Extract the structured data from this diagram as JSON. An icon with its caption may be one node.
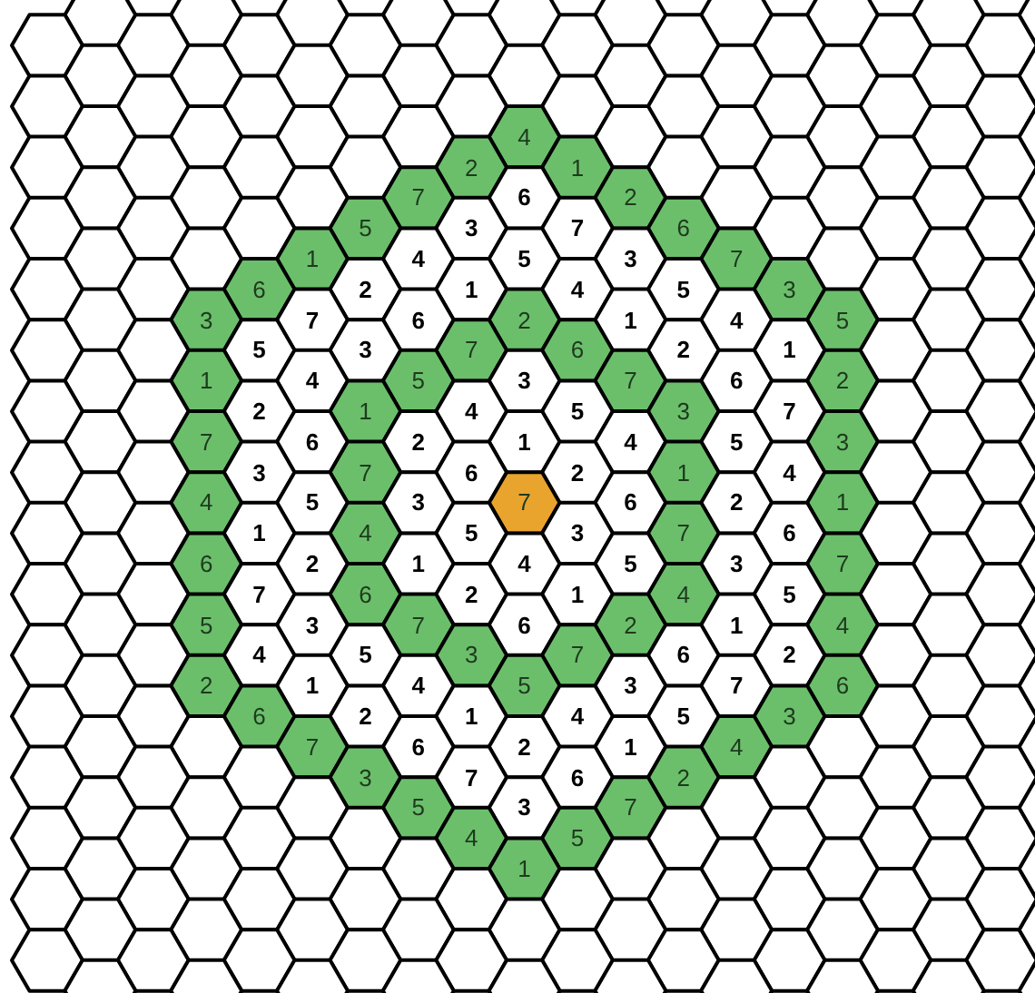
{
  "diagram": {
    "nodes": [
      {
        "text": [],
        "shape": "hexagon"
      },
      {
        "text": [],
        "shape": "hexagon"
      },
      {
        "text": [],
        "shape": "hexagon"
      },
      {
        "text": [],
        "shape": "hexagon"
      },
      {
        "text": [],
        "shape": "hexagon"
      },
      {
        "text": [],
        "shape": "hexagon"
      },
      {
        "text": [],
        "shape": "hexagon"
      },
      {
        "text": [],
        "shape": "hexagon"
      },
      {
        "text": [],
        "shape": "hexagon"
      },
      {
        "text": [],
        "shape": "hexagon"
      },
      {
        "text": [],
        "shape": "hexagon"
      },
      {
        "text": [],
        "shape": "hexagon"
      },
      {
        "text": [],
        "shape": "hexagon"
      },
      {
        "text": [],
        "shape": "hexagon"
      },
      {
        "text": [],
        "shape": "hexagon"
      },
      {
        "text": [],
        "shape": "hexagon"
      },
      {
        "text": [],
        "shape": "hexagon"
      },
      {
        "text": [],
        "shape": "hexagon"
      },
      {
        "text": [],
        "shape": "hexagon"
      },
      {
        "text": [],
        "shape": "hexagon"
      },
      {
        "text": [],
        "shape": "hexagon"
      },
      {
        "text": [],
        "shape": "hexagon"
      },
      {
        "text": [],
        "shape": "hexagon"
      },
      {
        "text": [],
        "shape": "hexagon"
      },
      {
        "text": [],
        "shape": "hexagon"
      },
      {
        "text": [],
        "shape": "hexagon"
      },
      {
        "text": [],
        "shape": "hexagon"
      },
      {
        "text": [],
        "shape": "hexagon"
      },
      {
        "text": [],
        "shape": "hexagon"
      },
      {
        "text": [],
        "shape": "hexagon"
      },
      {
        "text": [],
        "shape": "hexagon"
      },
      {
        "text": [],
        "shape": "hexagon"
      },
      {
        "text": [],
        "shape": "hexagon"
      },
      {
        "text": [],
        "shape": "hexagon"
      },
      {
        "text": [],
        "shape": "hexagon"
      },
      {
        "text": [],
        "shape": "hexagon"
      },
      {
        "text": [],
        "shape": "hexagon"
      },
      {
        "text": [],
        "shape": "hexagon"
      },
      {
        "text": [],
        "shape": "hexagon"
      },
      {
        "text": [],
        "shape": "hexagon"
      },
      {
        "text": [],
        "shape": "hexagon"
      },
      {
        "text": [],
        "shape": "hexagon"
      },
      {
        "text": [],
        "shape": "hexagon"
      },
      {
        "text": [],
        "shape": "hexagon"
      },
      {
        "text": [
          "4"
        ]
      },
      {
        "text": [],
        "shape": "hexagon"
      },
      {
        "text": [],
        "shape": "hexagon"
      },
      {
        "text": [],
        "shape": "hexagon"
      },
      {
        "text": [],
        "shape": "hexagon"
      },
      {
        "text": [],
        "shape": "hexagon"
      },
      {
        "text": [],
        "shape": "hexagon"
      },
      {
        "text": [],
        "shape": "hexagon"
      },
      {
        "text": [],
        "shape": "hexagon"
      },
      {
        "text": [],
        "shape": "hexagon"
      },
      {
        "text": [
          "2"
        ]
      },
      {
        "text": [
          "1"
        ]
      },
      {
        "text": [],
        "shape": "hexagon"
      },
      {
        "text": [],
        "shape": "hexagon"
      },
      {
        "text": [],
        "shape": "hexagon"
      },
      {
        "text": [],
        "shape": "hexagon"
      },
      {
        "text": [],
        "shape": "hexagon"
      },
      {
        "text": [],
        "shape": "hexagon"
      },
      {
        "text": [],
        "shape": "hexagon"
      },
      {
        "text": [
          "7"
        ]
      },
      {
        "text": [
          "6"
        ]
      },
      {
        "text": [
          "2"
        ]
      },
      {
        "text": [],
        "shape": "hexagon"
      },
      {
        "text": [],
        "shape": "hexagon"
      },
      {
        "text": [],
        "shape": "hexagon"
      },
      {
        "text": [],
        "shape": "hexagon"
      },
      {
        "text": [],
        "shape": "hexagon"
      },
      {
        "text": [],
        "shape": "hexagon"
      },
      {
        "text": [],
        "shape": "hexagon"
      },
      {
        "text": [
          "5"
        ]
      },
      {
        "text": [
          "3"
        ]
      },
      {
        "text": [
          "7"
        ]
      },
      {
        "text": [
          "6"
        ]
      },
      {
        "text": [],
        "shape": "hexagon"
      },
      {
        "text": [],
        "shape": "hexagon"
      },
      {
        "text": [],
        "shape": "hexagon"
      },
      {
        "text": [],
        "shape": "hexagon"
      },
      {
        "text": [],
        "shape": "hexagon"
      },
      {
        "text": [
          "1"
        ]
      },
      {
        "text": [
          "4"
        ]
      },
      {
        "text": [
          "5"
        ]
      },
      {
        "text": [
          "3"
        ]
      },
      {
        "text": [
          "7"
        ]
      },
      {
        "text": [],
        "shape": "hexagon"
      },
      {
        "text": [],
        "shape": "hexagon"
      },
      {
        "text": [],
        "shape": "hexagon"
      },
      {
        "text": [],
        "shape": "hexagon"
      },
      {
        "text": [],
        "shape": "hexagon"
      },
      {
        "text": [
          "6"
        ]
      },
      {
        "text": [
          "2"
        ]
      },
      {
        "text": [
          "1"
        ]
      },
      {
        "text": [
          "4"
        ]
      },
      {
        "text": [
          "5"
        ]
      },
      {
        "text": [
          "3"
        ]
      },
      {
        "text": [],
        "shape": "hexagon"
      },
      {
        "text": [],
        "shape": "hexagon"
      },
      {
        "text": [],
        "shape": "hexagon"
      },
      {
        "text": [
          "3"
        ]
      },
      {
        "text": [
          "7"
        ]
      },
      {
        "text": [
          "6"
        ]
      },
      {
        "text": [
          "2"
        ]
      },
      {
        "text": [
          "1"
        ]
      },
      {
        "text": [
          "4"
        ]
      },
      {
        "text": [
          "5"
        ]
      },
      {
        "text": [],
        "shape": "hexagon"
      },
      {
        "text": [],
        "shape": "hexagon"
      },
      {
        "text": [],
        "shape": "hexagon"
      },
      {
        "text": [],
        "shape": "hexagon"
      },
      {
        "text": [
          "5"
        ]
      },
      {
        "text": [
          "3"
        ]
      },
      {
        "text": [
          "7"
        ]
      },
      {
        "text": [
          "6"
        ]
      },
      {
        "text": [
          "2"
        ]
      },
      {
        "text": [
          "1"
        ]
      },
      {
        "text": [],
        "shape": "hexagon"
      },
      {
        "text": [],
        "shape": "hexagon"
      },
      {
        "text": [],
        "shape": "hexagon"
      },
      {
        "text": [
          "1"
        ]
      },
      {
        "text": [
          "4"
        ]
      },
      {
        "text": [
          "5"
        ]
      },
      {
        "text": [
          "3"
        ]
      },
      {
        "text": [
          "7"
        ]
      },
      {
        "text": [
          "6"
        ]
      },
      {
        "text": [
          "2"
        ]
      },
      {
        "text": [],
        "shape": "hexagon"
      },
      {
        "text": [],
        "shape": "hexagon"
      },
      {
        "text": [],
        "shape": "hexagon"
      },
      {
        "text": [],
        "shape": "hexagon"
      },
      {
        "text": [
          "2"
        ]
      },
      {
        "text": [
          "1"
        ]
      },
      {
        "text": [
          "4"
        ]
      },
      {
        "text": [
          "5"
        ]
      },
      {
        "text": [
          "3"
        ]
      },
      {
        "text": [
          "7"
        ]
      },
      {
        "text": [],
        "shape": "hexagon"
      },
      {
        "text": [],
        "shape": "hexagon"
      },
      {
        "text": [],
        "shape": "hexagon"
      },
      {
        "text": [
          "7"
        ]
      },
      {
        "text": [
          "6"
        ]
      },
      {
        "text": [
          "2"
        ]
      },
      {
        "text": [
          "1"
        ]
      },
      {
        "text": [
          "4"
        ]
      },
      {
        "text": [
          "5"
        ]
      },
      {
        "text": [
          "3"
        ]
      },
      {
        "text": [],
        "shape": "hexagon"
      },
      {
        "text": [],
        "shape": "hexagon"
      },
      {
        "text": [],
        "shape": "hexagon"
      },
      {
        "text": [],
        "shape": "hexagon"
      },
      {
        "text": [
          "3"
        ]
      },
      {
        "text": [
          "7"
        ]
      },
      {
        "text": [
          "6"
        ]
      },
      {
        "text": [
          "2"
        ]
      },
      {
        "text": [
          "1"
        ]
      },
      {
        "text": [
          "4"
        ]
      },
      {
        "text": [],
        "shape": "hexagon"
      },
      {
        "text": [],
        "shape": "hexagon"
      },
      {
        "text": [],
        "shape": "hexagon"
      },
      {
        "text": [
          "4"
        ]
      },
      {
        "text": [
          "5"
        ]
      },
      {
        "text": [
          "3"
        ]
      },
      {
        "text": [
          "7"
        ]
      },
      {
        "text": [
          "6"
        ]
      },
      {
        "text": [
          "2"
        ]
      },
      {
        "text": [
          "1"
        ]
      },
      {
        "text": [],
        "shape": "hexagon"
      },
      {
        "text": [],
        "shape": "hexagon"
      },
      {
        "text": [],
        "shape": "hexagon"
      },
      {
        "text": [],
        "shape": "hexagon"
      },
      {
        "text": [
          "1"
        ]
      },
      {
        "text": [
          "4"
        ]
      },
      {
        "text": [
          "5"
        ]
      },
      {
        "text": [
          "3"
        ]
      },
      {
        "text": [
          "7"
        ]
      },
      {
        "text": [
          "6"
        ]
      },
      {
        "text": [],
        "shape": "hexagon"
      },
      {
        "text": [],
        "shape": "hexagon"
      },
      {
        "text": [],
        "shape": "hexagon"
      },
      {
        "text": [
          "6"
        ]
      },
      {
        "text": [
          "2"
        ]
      },
      {
        "text": [
          "1"
        ]
      },
      {
        "text": [
          "4"
        ]
      },
      {
        "text": [
          "5"
        ]
      },
      {
        "text": [
          "3"
        ]
      },
      {
        "text": [
          "7"
        ]
      },
      {
        "text": [],
        "shape": "hexagon"
      },
      {
        "text": [],
        "shape": "hexagon"
      },
      {
        "text": [],
        "shape": "hexagon"
      },
      {
        "text": [],
        "shape": "hexagon"
      },
      {
        "text": [
          "7"
        ]
      },
      {
        "text": [
          "6"
        ]
      },
      {
        "text": [
          "2"
        ]
      },
      {
        "text": [
          "1"
        ]
      },
      {
        "text": [
          "4"
        ]
      },
      {
        "text": [
          "5"
        ]
      },
      {
        "text": [],
        "shape": "hexagon"
      },
      {
        "text": [],
        "shape": "hexagon"
      },
      {
        "text": [],
        "shape": "hexagon"
      },
      {
        "text": [
          "5"
        ]
      },
      {
        "text": [
          "3"
        ]
      },
      {
        "text": [
          "7"
        ]
      },
      {
        "text": [
          "6"
        ]
      },
      {
        "text": [
          "2"
        ]
      },
      {
        "text": [
          "1"
        ]
      },
      {
        "text": [
          "4"
        ]
      },
      {
        "text": [],
        "shape": "hexagon"
      },
      {
        "text": [],
        "shape": "hexagon"
      },
      {
        "text": [],
        "shape": "hexagon"
      },
      {
        "text": [],
        "shape": "hexagon"
      },
      {
        "text": [
          "4"
        ]
      },
      {
        "text": [
          "5"
        ]
      },
      {
        "text": [
          "3"
        ]
      },
      {
        "text": [
          "7"
        ]
      },
      {
        "text": [
          "6"
        ]
      },
      {
        "text": [
          "2"
        ]
      },
      {
        "text": [],
        "shape": "hexagon"
      },
      {
        "text": [],
        "shape": "hexagon"
      },
      {
        "text": [],
        "shape": "hexagon"
      },
      {
        "text": [
          "2"
        ]
      },
      {
        "text": [
          "1"
        ]
      },
      {
        "text": [
          "4"
        ]
      },
      {
        "text": [
          "5"
        ]
      },
      {
        "text": [
          "3"
        ]
      },
      {
        "text": [
          "7"
        ]
      },
      {
        "text": [
          "6"
        ]
      },
      {
        "text": [],
        "shape": "hexagon"
      },
      {
        "text": [],
        "shape": "hexagon"
      },
      {
        "text": [],
        "shape": "hexagon"
      },
      {
        "text": [],
        "shape": "hexagon"
      },
      {
        "text": [
          "6"
        ]
      },
      {
        "text": [
          "2"
        ]
      },
      {
        "text": [
          "1"
        ]
      },
      {
        "text": [
          "4"
        ]
      },
      {
        "text": [
          "5"
        ]
      },
      {
        "text": [
          "3"
        ]
      },
      {
        "text": [],
        "shape": "hexagon"
      },
      {
        "text": [],
        "shape": "hexagon"
      },
      {
        "text": [],
        "shape": "hexagon"
      },
      {
        "text": [],
        "shape": "hexagon"
      },
      {
        "text": [
          "7"
        ]
      },
      {
        "text": [
          "6"
        ]
      },
      {
        "text": [
          "2"
        ]
      },
      {
        "text": [
          "1"
        ]
      },
      {
        "text": [
          "4"
        ]
      },
      {
        "text": [],
        "shape": "hexagon"
      },
      {
        "text": [],
        "shape": "hexagon"
      },
      {
        "text": [],
        "shape": "hexagon"
      },
      {
        "text": [],
        "shape": "hexagon"
      },
      {
        "text": [],
        "shape": "hexagon"
      },
      {
        "text": [],
        "shape": "hexagon"
      },
      {
        "text": [
          "3"
        ]
      },
      {
        "text": [
          "7"
        ]
      },
      {
        "text": [
          "6"
        ]
      },
      {
        "text": [
          "2"
        ]
      },
      {
        "text": [],
        "shape": "hexagon"
      },
      {
        "text": [],
        "shape": "hexagon"
      },
      {
        "text": [],
        "shape": "hexagon"
      },
      {
        "text": [],
        "shape": "hexagon"
      },
      {
        "text": [],
        "shape": "hexagon"
      },
      {
        "text": [],
        "shape": "hexagon"
      },
      {
        "text": [
          "5"
        ]
      },
      {
        "text": [
          "3"
        ]
      },
      {
        "text": [
          "7"
        ]
      },
      {
        "text": [],
        "shape": "hexagon"
      },
      {
        "text": [],
        "shape": "hexagon"
      },
      {
        "text": [],
        "shape": "hexagon"
      },
      {
        "text": [],
        "shape": "hexagon"
      },
      {
        "text": [],
        "shape": "hexagon"
      },
      {
        "text": [],
        "shape": "hexagon"
      },
      {
        "text": [],
        "shape": "hexagon"
      },
      {
        "text": [],
        "shape": "hexagon"
      },
      {
        "text": [
          "4"
        ]
      },
      {
        "text": [
          "5"
        ]
      },
      {
        "text": [],
        "shape": "hexagon"
      },
      {
        "text": [],
        "shape": "hexagon"
      },
      {
        "text": [],
        "shape": "hexagon"
      },
      {
        "text": [],
        "shape": "hexagon"
      },
      {
        "text": [],
        "shape": "hexagon"
      },
      {
        "text": [],
        "shape": "hexagon"
      },
      {
        "text": [],
        "shape": "hexagon"
      },
      {
        "text": [],
        "shape": "hexagon"
      },
      {
        "text": [
          "1"
        ]
      },
      {
        "text": [],
        "shape": "hexagon"
      },
      {
        "text": [],
        "shape": "hexagon"
      },
      {
        "text": [],
        "shape": "hexagon"
      },
      {
        "text": [],
        "shape": "hexagon"
      },
      {
        "text": [],
        "shape": "hexagon"
      },
      {
        "text": [],
        "shape": "hexagon"
      },
      {
        "text": [],
        "shape": "hexagon"
      },
      {
        "text": [],
        "shape": "hexagon"
      },
      {
        "text": [],
        "shape": "hexagon"
      },
      {
        "text": [],
        "shape": "hexagon"
      },
      {
        "text": [],
        "shape": "hexagon"
      },
      {
        "text": [],
        "shape": "hexagon"
      },
      {
        "text": [],
        "shape": "hexagon"
      },
      {
        "text": [],
        "shape": "hexagon"
      },
      {
        "text": [],
        "shape": "hexagon"
      },
      {
        "text": [],
        "shape": "hexagon"
      },
      {
        "text": [],
        "shape": "hexagon"
      },
      {
        "text": [],
        "shape": "hexagon"
      },
      {
        "text": [],
        "shape": "hexagon"
      },
      {
        "text": [],
        "shape": "hexagon"
      },
      {
        "text": [],
        "shape": "hexagon"
      },
      {
        "text": [],
        "shape": "hexagon"
      },
      {
        "text": [],
        "shape": "hexagon"
      },
      {
        "text": [],
        "shape": "hexagon"
      },
      {
        "text": [],
        "shape": "hexagon"
      },
      {
        "text": [],
        "shape": "hexagon"
      },
      {
        "text": [],
        "shape": "hexagon"
      },
      {
        "text": [],
        "shape": "hexagon"
      },
      {
        "text": [],
        "shape": "hexagon"
      },
      {
        "text": [],
        "shape": "hexagon"
      },
      {
        "text": [],
        "shape": "hexagon"
      },
      {
        "text": [],
        "shape": "hexagon"
      },
      {
        "text": [],
        "shape": "hexagon"
      },
      {
        "text": [],
        "shape": "hexagon"
      },
      {
        "text": [],
        "shape": "hexagon"
      },
      {
        "text": [],
        "shape": "hexagon"
      },
      {
        "text": [],
        "shape": "hexagon"
      },
      {
        "text": [],
        "shape": "hexagon"
      },
      {
        "text": [],
        "shape": "hexagon"
      },
      {
        "text": [],
        "shape": "hexagon"
      },
      {
        "text": [],
        "shape": "hexagon"
      },
      {
        "text": [],
        "shape": "hexagon"
      },
      {
        "text": [],
        "shape": "hexagon"
      },
      {
        "text": [],
        "shape": "hexagon"
      },
      {
        "text": [],
        "shape": "hexagon"
      }
    ]
  }
}
